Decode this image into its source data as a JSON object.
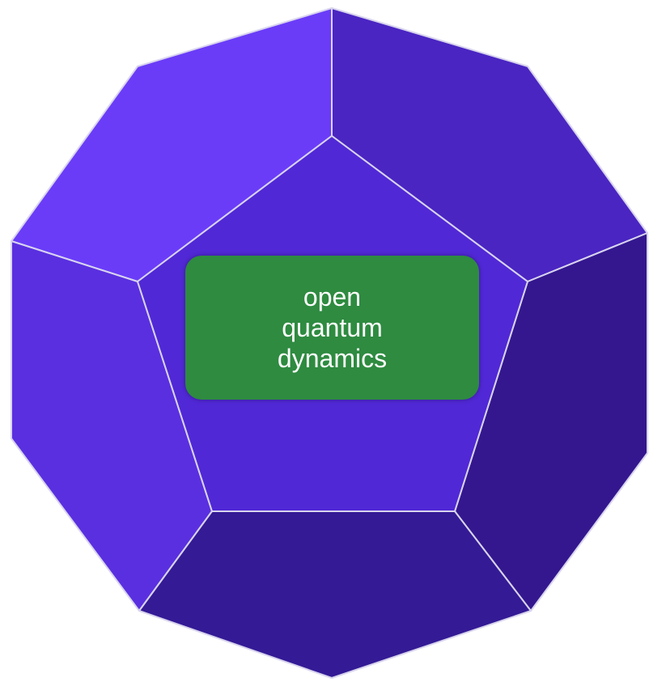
{
  "diagram": {
    "shape": "dodecahedron",
    "label_lines": [
      "open",
      "quantum",
      "dynamics"
    ]
  },
  "colors": {
    "label_background": "#2e8b40",
    "label_text": "#ffffff",
    "edge": "#d8d4ee",
    "face_center": "#5128d6",
    "face_upper_left": "#6a3cf8",
    "face_upper_right": "#4a25c2",
    "face_left": "#5a2fe0",
    "face_right": "#34178f",
    "face_lower_left": "#4822c0",
    "face_lower_right": "#2f1788",
    "face_bottom": "#341a95"
  }
}
